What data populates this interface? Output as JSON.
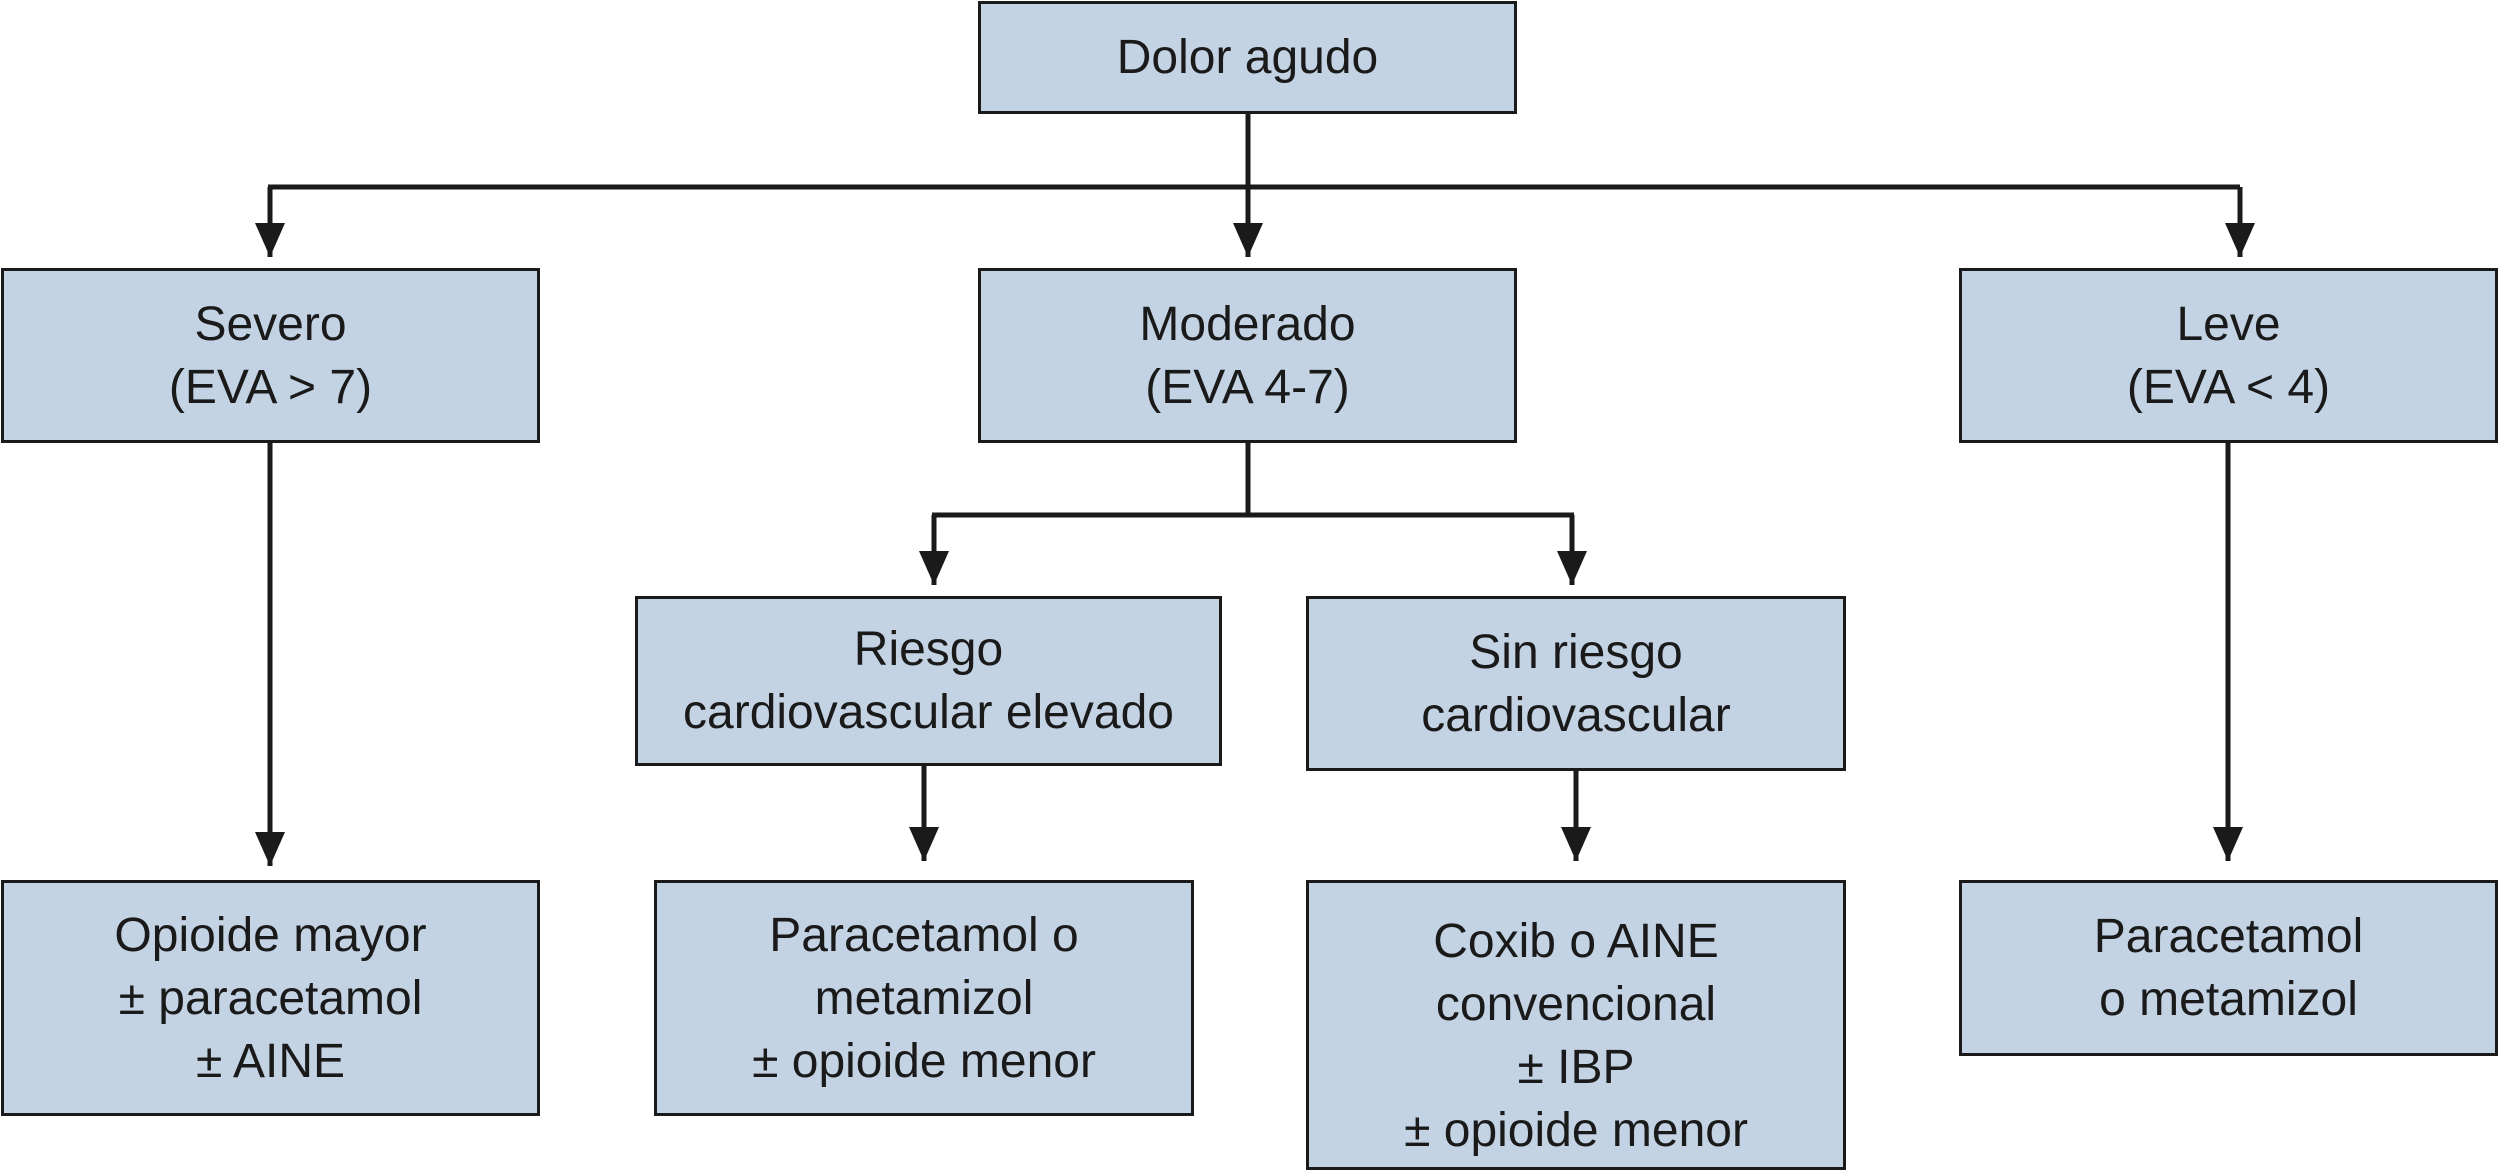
{
  "diagram": {
    "root": {
      "lines": [
        "Dolor agudo"
      ]
    },
    "severo": {
      "lines": [
        "Severo",
        "(EVA > 7)"
      ]
    },
    "moderado": {
      "lines": [
        "Moderado",
        "(EVA 4-7)"
      ]
    },
    "leve": {
      "lines": [
        "Leve",
        "(EVA < 4)"
      ]
    },
    "riesgo": {
      "lines": [
        "Riesgo",
        "cardiovascular elevado"
      ]
    },
    "sin_riesgo": {
      "lines": [
        "Sin riesgo",
        "cardiovascular"
      ]
    },
    "tratamiento_severo": {
      "lines": [
        "Opioide mayor",
        "± paracetamol",
        "± AINE"
      ]
    },
    "tratamiento_riesgo": {
      "lines": [
        "Paracetamol o",
        "metamizol",
        "± opioide menor"
      ]
    },
    "tratamiento_sin_riesgo": {
      "lines": [
        "Coxib o AINE",
        "convencional",
        "± IBP",
        "± opioide menor"
      ]
    },
    "tratamiento_leve": {
      "lines": [
        "Paracetamol",
        "o metamizol"
      ]
    }
  },
  "colors": {
    "box_fill": "#c3d3e4",
    "stroke": "#1a1a1a"
  }
}
